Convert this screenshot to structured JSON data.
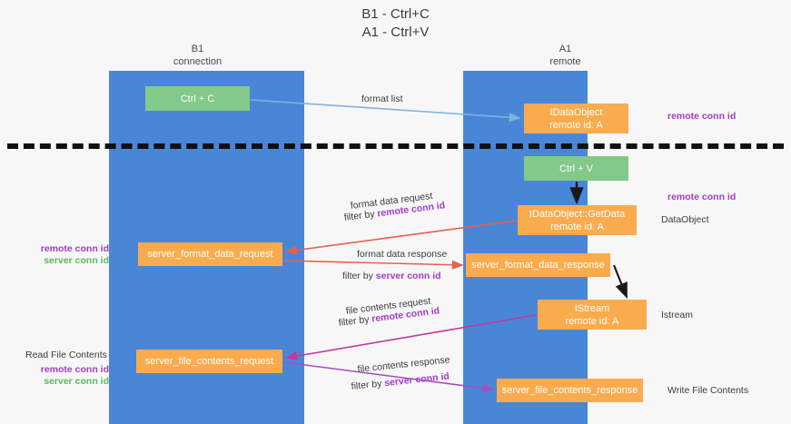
{
  "title": {
    "line1": "B1 - Ctrl+C",
    "line2": "A1 - Ctrl+V"
  },
  "lanes": [
    {
      "id": "b1",
      "name": "B1",
      "role": "connection"
    },
    {
      "id": "a1",
      "name": "A1",
      "role": "remote"
    }
  ],
  "nodes": {
    "ctrl_c": {
      "label": "Ctrl + C",
      "color": "#82c98a"
    },
    "idataobject": {
      "line1": "IDataObject",
      "line2": "remote id: A",
      "color": "#f9ab4e"
    },
    "ctrl_v": {
      "label": "Ctrl + V",
      "color": "#82c98a"
    },
    "getdata": {
      "line1": "IDataObject::GetData",
      "line2": "remote id: A",
      "color": "#f9ab4e"
    },
    "sfd_request": {
      "label": "server_format_data_request",
      "color": "#f9ab4e"
    },
    "sfd_response": {
      "label": "server_format_data_response",
      "color": "#f9ab4e"
    },
    "istream": {
      "line1": "IStream",
      "line2": "remote id: A",
      "color": "#f9ab4e"
    },
    "sfc_request": {
      "label": "server_file_contents_request",
      "color": "#f9ab4e"
    },
    "sfc_response": {
      "label": "server_file_contents_response",
      "color": "#f9ab4e"
    }
  },
  "edges": {
    "format_list": {
      "label": "format list"
    },
    "format_data_request": {
      "label": "format data request",
      "filter_prefix": "filter by ",
      "filter_key": "remote conn id"
    },
    "format_data_response": {
      "label": "format data response",
      "filter_prefix": "filter by ",
      "filter_key": "server conn id"
    },
    "file_contents_request": {
      "label": "file contents request",
      "filter_prefix": "filter by ",
      "filter_key": "remote conn id"
    },
    "file_contents_response": {
      "label": "file contents response",
      "filter_prefix": "filter by ",
      "filter_key": "server conn id"
    }
  },
  "annotations": {
    "right_remote_top": "remote conn id",
    "right_remote_mid": "remote conn id",
    "right_dataobject": "DataObject",
    "right_istream": "Istream",
    "right_write_file": "Write File Contents",
    "left_remote_mid": "remote conn id",
    "left_server_mid": "server conn id",
    "left_read_file": "Read File Contents",
    "left_remote_bottom": "remote conn id",
    "left_server_bottom": "server conn id"
  },
  "colors": {
    "lane": "#4a86d8",
    "green_node": "#82c98a",
    "orange_node": "#f9ab4e",
    "purple_text": "#a23bc8",
    "green_text": "#5cb85c",
    "divider": "#111111",
    "arrow_blue": "#7eb3e0",
    "arrow_red": "#e8604d",
    "arrow_black": "#1a1a1a",
    "arrow_magenta": "#c0399f",
    "arrow_purple": "#a44fc0",
    "background": "#f7f7f7"
  }
}
